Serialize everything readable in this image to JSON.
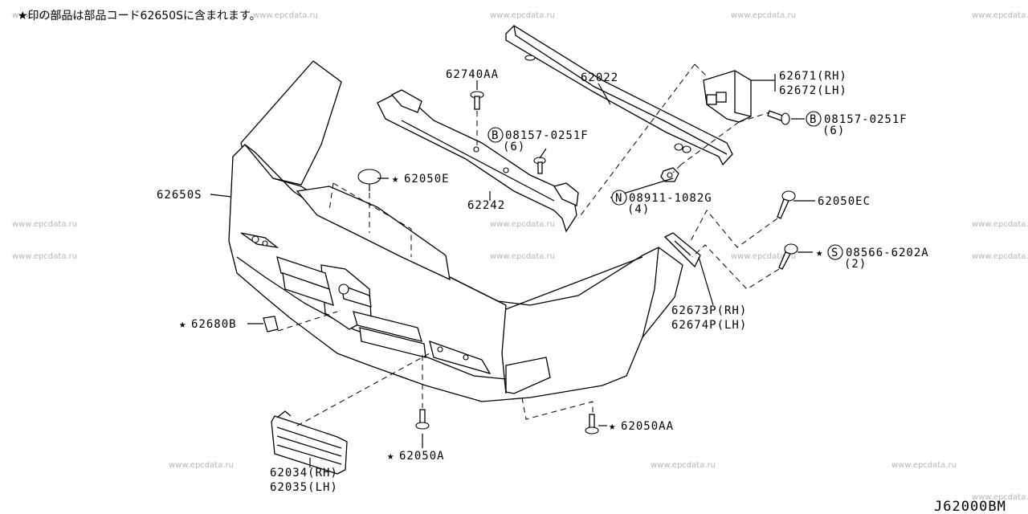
{
  "note": "★印の部品は部品コード62650Sに含まれます。",
  "diagram_code": "J62000BM",
  "watermark": "www.epcdata.ru",
  "labels": {
    "p62740AA": "62740AA",
    "p62022": "62022",
    "p62671": "62671(RH)",
    "p62672": "62672(LH)",
    "bolt_b_right": "08157-0251F",
    "bolt_b_right_qty": "(6)",
    "bolt_b_center": "08157-0251F",
    "bolt_b_center_qty": "(6)",
    "p62050E": "62050E",
    "p62650S": "62650S",
    "p62242": "62242",
    "nut_n": "08911-1082G",
    "nut_n_qty": "(4)",
    "p62050EC": "62050EC",
    "screw_s": "08566-6202A",
    "screw_s_qty": "(2)",
    "p62673P": "62673P(RH)",
    "p62674P": "62674P(LH)",
    "p62680B": "62680B",
    "p62050AA": "62050AA",
    "p62050A": "62050A",
    "p62034": "62034(RH)",
    "p62035": "62035(LH)"
  },
  "symbols": {
    "star": "★",
    "bolt_prefix": "B",
    "nut_prefix": "N",
    "screw_prefix": "S"
  }
}
